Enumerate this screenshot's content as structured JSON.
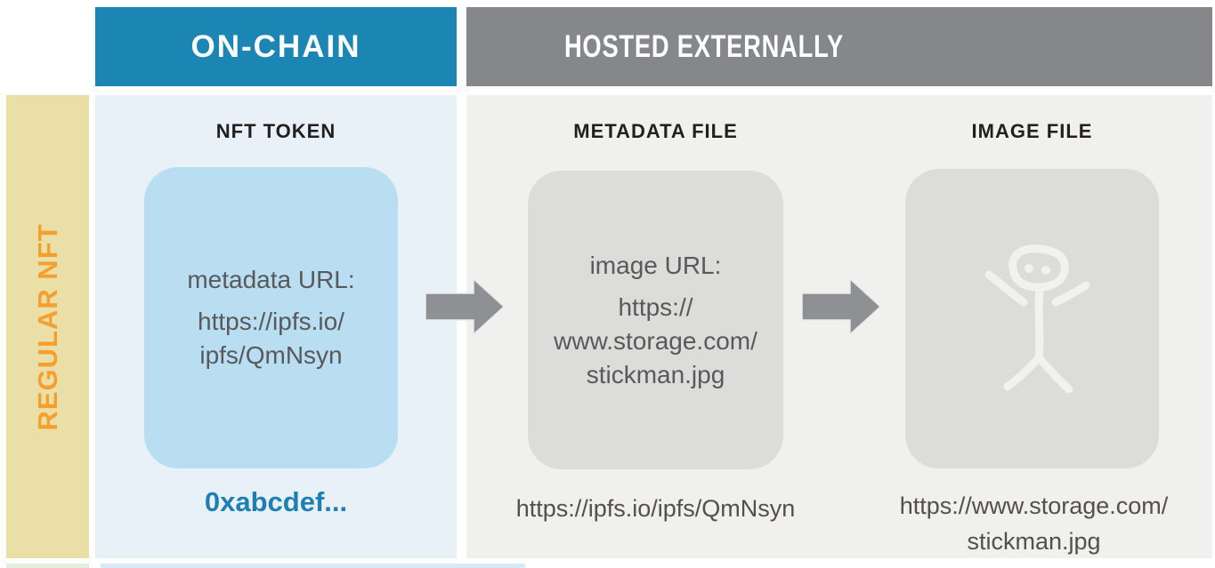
{
  "headers": {
    "on_chain": "ON-CHAIN",
    "hosted_externally": "HOSTED EXTERNALLY"
  },
  "row_label": "REGULAR NFT",
  "nft_token": {
    "title": "NFT TOKEN",
    "box": {
      "label": "metadata URL:",
      "url_line1": "https://ipfs.io/",
      "url_line2": "ipfs/QmNsyn"
    },
    "caption": "0xabcdef..."
  },
  "metadata_file": {
    "title": "METADATA FILE",
    "box": {
      "label": "image URL:",
      "url_line1": "https://",
      "url_line2": "www.storage.com/",
      "url_line3": "stickman.jpg"
    },
    "caption": "https://ipfs.io/ipfs/QmNsyn"
  },
  "image_file": {
    "title": "IMAGE FILE",
    "box_icon": "stickman-drawing",
    "caption_line1": "https://www.storage.com/",
    "caption_line2": "stickman.jpg"
  },
  "colors": {
    "on_chain_header_bg": "#1b86b3",
    "hosted_header_bg": "#85878a",
    "row_label_bg": "#ebdfa8",
    "row_label_text": "#f5a02e",
    "on_chain_panel_bg": "#e8f1f8",
    "token_box_bg": "#b9def2",
    "hosted_panel_bg": "#f0f0ee",
    "file_box_bg": "#dcdcda",
    "arrow": "#8e9093",
    "token_address_text": "#1e7fb2",
    "body_text": "#58595b",
    "caption_text": "#554e50"
  }
}
